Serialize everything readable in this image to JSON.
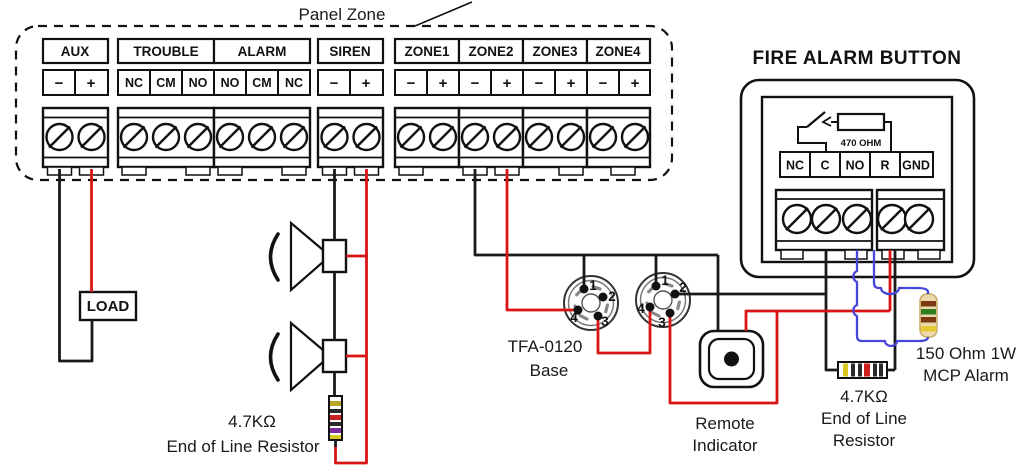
{
  "panel": {
    "label": "Panel Zone",
    "groups": [
      {
        "label": "AUX",
        "terminals": [
          "−",
          "+"
        ]
      },
      {
        "label": "TROUBLE",
        "terminals": [
          "NC",
          "CM",
          "NO"
        ]
      },
      {
        "label": "ALARM",
        "terminals": [
          "NO",
          "CM",
          "NC"
        ]
      },
      {
        "label": "SIREN",
        "terminals": [
          "−",
          "+"
        ]
      },
      {
        "label": "ZONE1",
        "terminals": [
          "−",
          "+"
        ]
      },
      {
        "label": "ZONE2",
        "terminals": [
          "−",
          "+"
        ]
      },
      {
        "label": "ZONE3",
        "terminals": [
          "−",
          "+"
        ]
      },
      {
        "label": "ZONE4",
        "terminals": [
          "−",
          "+"
        ]
      }
    ]
  },
  "fire_alarm_button": {
    "title": "FIRE ALARM BUTTON",
    "internal_resistor": "470 OHM",
    "terminals": [
      "NC",
      "C",
      "NO",
      "R",
      "GND"
    ]
  },
  "load": {
    "label": "LOAD"
  },
  "siren_eol": {
    "value": "4.7KΩ",
    "caption": "End of Line Resistor"
  },
  "detector_base": {
    "model": "TFA-0120",
    "caption": "Base",
    "pins": [
      "1",
      "2",
      "3",
      "4"
    ]
  },
  "remote_indicator": {
    "line1": "Remote",
    "line2": "Indicator"
  },
  "mcp_eol": {
    "value": "4.7KΩ",
    "caption_line1": "End of Line",
    "caption_line2": "Resistor"
  },
  "mcp_resistor": {
    "value": "150 Ohm 1W",
    "caption": "MCP Alarm"
  },
  "wire_colors": {
    "negative": "#1a1a1a",
    "positive": "#d91414",
    "auxiliary": "#4646d8"
  }
}
